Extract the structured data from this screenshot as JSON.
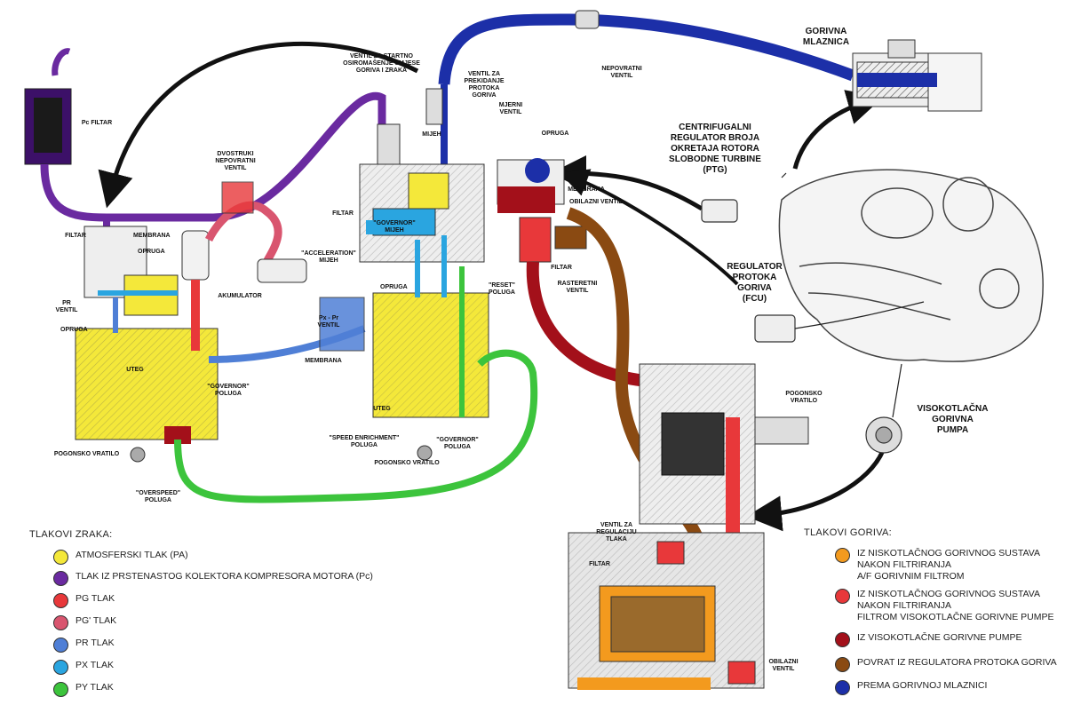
{
  "labels": {
    "pc_filtar": "Pc FILTAR",
    "filtar_left": "FILTAR",
    "membrana_left": "MEMBRANA",
    "opruga_left": "OPRUGA",
    "pr_ventil": "PR VENTIL",
    "opruga_outer": "OPRUGA",
    "uteg_left": "UTEG",
    "pogonsko_vratilo_left": "POGONSKO VRATILO",
    "overspeed_poluga": "\"OVERSPEED\"\nPOLUGA",
    "governor_poluga_left": "\"GOVERNOR\"\nPOLUGA",
    "dvostruki_ventil": "DVOSTRUKI\nNEPOVRATNI\nVENTIL",
    "akumulator": "AKUMULATOR",
    "acceleration_mijeh": "\"ACCELERATION\"\nMIJEH",
    "px_pr_ventil": "Px - Pr\nVENTIL",
    "membrana_mid": "MEMBRANA",
    "filtar_mid": "FILTAR",
    "governor_mijeh": "\"GOVERNOR\"\nMIJEH",
    "opruga_mid": "OPRUGA",
    "reset_poluga": "\"RESET\"\nPOLUGA",
    "uteg_mid": "UTEG",
    "speed_enrichment": "\"SPEED ENRICHMENT\"\nPOLUGA",
    "governor_poluga_mid": "\"GOVERNOR\"\nPOLUGA",
    "pogonsko_vratilo_mid": "POGONSKO VRATILO",
    "ventil_startno": "VENTIL ZA STARTNO\nOSIROMAŠENJE SMJESE\nGORIVA I ZRAKA",
    "ventil_prekidanje": "VENTIL ZA\nPREKIDANJE\nPROTOKA\nGORIVA",
    "mijeh_top": "MIJEH",
    "mjerni_ventil": "MJERNI\nVENTIL",
    "opruga_right": "OPRUGA",
    "membrana_right": "MEMBRANA",
    "obilazni_ventil_top": "OBILAZNI VENTIL",
    "filtar_right": "FILTAR",
    "rasteretni_ventil": "RASTERETNI\nVENTIL",
    "nepovratni_ventil": "NEPOVRATNI\nVENTIL",
    "gorivna_mlaznica": "GORIVNA\nMLAZNICA",
    "centrifugalni": "CENTRIFUGALNI\nREGULATOR BROJA\nOKRETAJA ROTORA\nSLOBODNE TURBINE\n(PTG)",
    "regulator_protoka": "REGULATOR\nPROTOKA\nGORIVA\n(FCU)",
    "visokotlacna_pumpa": "VISOKOTLAČNA\nGORIVNA\nPUMPA",
    "pogonsko_vratilo_pump": "POGONSKO\nVRATILO",
    "ventil_regulaciju": "VENTIL ZA\nREGULACIJU\nTLAKA",
    "filtar_pump": "FILTAR",
    "obilazni_ventil_pump": "OBILAZNI\nVENTIL"
  },
  "legend_air": {
    "title": "TLAKOVI ZRAKA:",
    "items": [
      {
        "label": "ATMOSFERSKI TLAK (PA)",
        "color": "#f4e83a"
      },
      {
        "label": "TLAK IZ PRSTENASTOG KOLEKTORA KOMPRESORA MOTORA (Pc)",
        "color": "#6a2aa0"
      },
      {
        "label": "PG TLAK",
        "color": "#e8383a"
      },
      {
        "label": "PG' TLAK",
        "color": "#d9556f"
      },
      {
        "label": "PR TLAK",
        "color": "#4f7fd6"
      },
      {
        "label": "PX TLAK",
        "color": "#2aa5e0"
      },
      {
        "label": "PY TLAK",
        "color": "#3cc43c"
      }
    ]
  },
  "legend_fuel": {
    "title": "TLAKOVI GORIVA:",
    "items": [
      {
        "label": "IZ NISKOTLAČNOG GORIVNOG SUSTAVA\nNAKON FILTRIRANJA\nA/F GORIVNIM FILTROM",
        "color": "#f39a1e"
      },
      {
        "label": "IZ NISKOTLAČNOG GORIVNOG SUSTAVA\nNAKON FILTRIRANJA\nFILTROM VISOKOTLAČNE GORIVNE PUMPE",
        "color": "#e8383a"
      },
      {
        "label": "IZ VISOKOTLAČNE GORIVNE PUMPE",
        "color": "#a3101a"
      },
      {
        "label": "POVRAT IZ REGULATORA PROTOKA GORIVA",
        "color": "#8a4a12"
      },
      {
        "label": "PREMA GORIVNOJ MLAZNICI",
        "color": "#1c2fa8"
      }
    ]
  }
}
